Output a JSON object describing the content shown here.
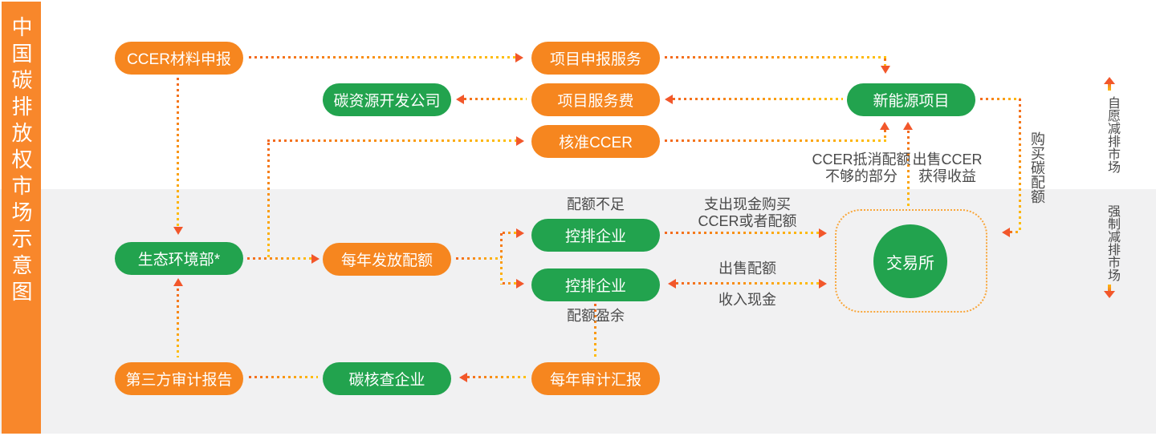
{
  "sidebar": {
    "title": "中国碳排放权市场示意图"
  },
  "nodes": {
    "ccer_material": "CCER材料申报",
    "project_apply": "项目申报服务",
    "carbon_dev": "碳资源开发公司",
    "project_fee": "项目服务费",
    "new_energy": "新能源项目",
    "approve_ccer": "核准CCER",
    "moee": "生态环境部*",
    "annual_quota": "每年发放配额",
    "enterprise_short": "控排企业",
    "enterprise_surplus": "控排企业",
    "third_party": "第三方审计报告",
    "verify_company": "碳核查企业",
    "annual_audit": "每年审计汇报",
    "exchange": "交易所"
  },
  "labels": {
    "quota_short": "配额不足",
    "quota_surplus": "配额盈余",
    "pay_cash": "支出现金购买\nCCER或者配额",
    "sell_quota": "出售配额",
    "income_cash": "收入现金",
    "ccer_offset": "CCER抵消配额\n不够的部分",
    "sell_ccer": "出售CCER\n获得收益",
    "buy_quota": "购买碳配额"
  },
  "markets": {
    "voluntary": "自愿减排市场",
    "mandatory": "强制减排市场"
  },
  "colors": {
    "orange_node": "#F6861F",
    "green_node": "#22A34E",
    "sidebar_orange": "#F8872B",
    "dot_start": "#F3681F",
    "dot_end": "#FFC30B",
    "arrowhead": "#F2572B",
    "label_text": "#4A4A4A",
    "band_gray": "#F1F1F2"
  }
}
